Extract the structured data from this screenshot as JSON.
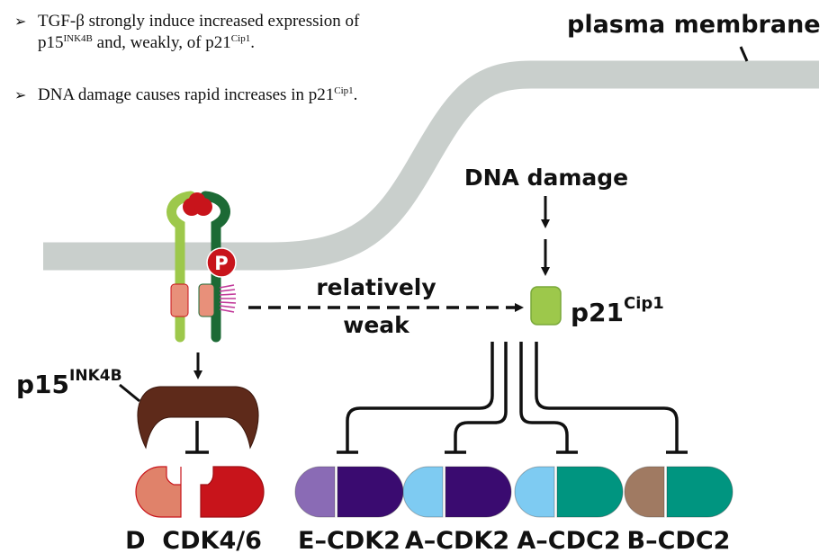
{
  "bullets": [
    {
      "line1": "TGF-β strongly induce increased expression of",
      "line2_pre": "p15",
      "line2_sup1": "INK4B",
      "line2_mid": " and, weakly, of p21",
      "line2_sup2": "Cip1",
      "line2_post": "."
    },
    {
      "pre": "DNA damage causes rapid increases in p21",
      "sup": "Cip1",
      "post": "."
    }
  ],
  "diagram": {
    "membrane_label": "plasma membrane",
    "phospho_label": "P",
    "dna_damage_label": "DNA damage",
    "weak_label_top": "relatively",
    "weak_label_bottom": "weak",
    "p21": {
      "base": "p21",
      "sup": "Cip1"
    },
    "p15": {
      "base": "p15",
      "sup": "INK4B"
    },
    "complexes": [
      {
        "label": "D  CDK4/6",
        "cyclin_color": "#e0826a",
        "cdk_color": "#c8141b"
      },
      {
        "label": "E–CDK2",
        "cyclin_color": "#8a6bb5",
        "cdk_color": "#3a0b70"
      },
      {
        "label": "A–CDK2",
        "cyclin_color": "#7ecbf2",
        "cdk_color": "#3a0b70"
      },
      {
        "label": "A–CDC2",
        "cyclin_color": "#7ecbf2",
        "cdk_color": "#009580"
      },
      {
        "label": "B–CDC2",
        "cyclin_color": "#a07a62",
        "cdk_color": "#009580"
      }
    ],
    "colors": {
      "membrane": "#c9cfcc",
      "receptor_light": "#9dc84b",
      "receptor_dark": "#1c6a35",
      "ligand": "#c8141b",
      "transmembrane": "#e8907a",
      "p15": "#5e2a1a",
      "p21": "#9dc84b",
      "kinase_signal": "#c23a9a"
    }
  }
}
